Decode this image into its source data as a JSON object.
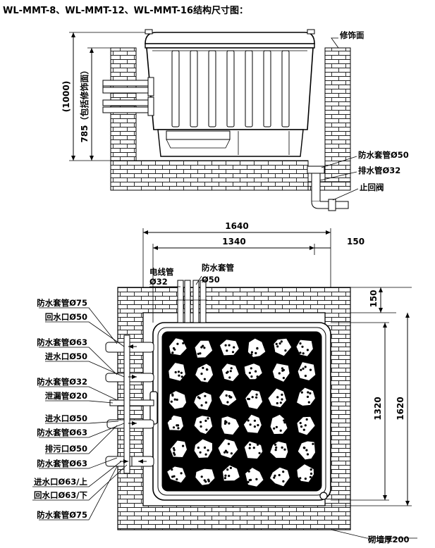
{
  "title": "WL-MMT-8、WL-MMT-12、WL-MMT-16结构尺寸图：",
  "elevation": {
    "dim_total": "(1000)",
    "dim_785": "785（包括修饰面）",
    "finish_face": "修饰面",
    "sleeve_50": "防水套管Ø50",
    "drain_32": "排水管Ø32",
    "check_valve": "止回阀"
  },
  "plan": {
    "dim_1640": "1640",
    "dim_1340": "1340",
    "dim_150_top": "150",
    "dim_150_right": "150",
    "dim_1320": "1320",
    "dim_1620": "1620",
    "cable_pipe_line1": "电线管",
    "cable_pipe_line2": "Ø32",
    "top_sleeve_line1": "防水套管",
    "top_sleeve_line2": "Ø50",
    "wall_thickness": "砌墙厚200",
    "left_labels": [
      "防水套管Ø75",
      "回水口Ø50",
      "防水套管Ø63",
      "进水口Ø50",
      "防水套管Ø32",
      "泄漏管Ø20",
      "进水口Ø50",
      "防水套管Ø63",
      "排污口Ø50",
      "防水套管Ø63",
      "进水口Ø63/上",
      "回水口Ø63/下",
      "防水套管Ø75"
    ]
  }
}
